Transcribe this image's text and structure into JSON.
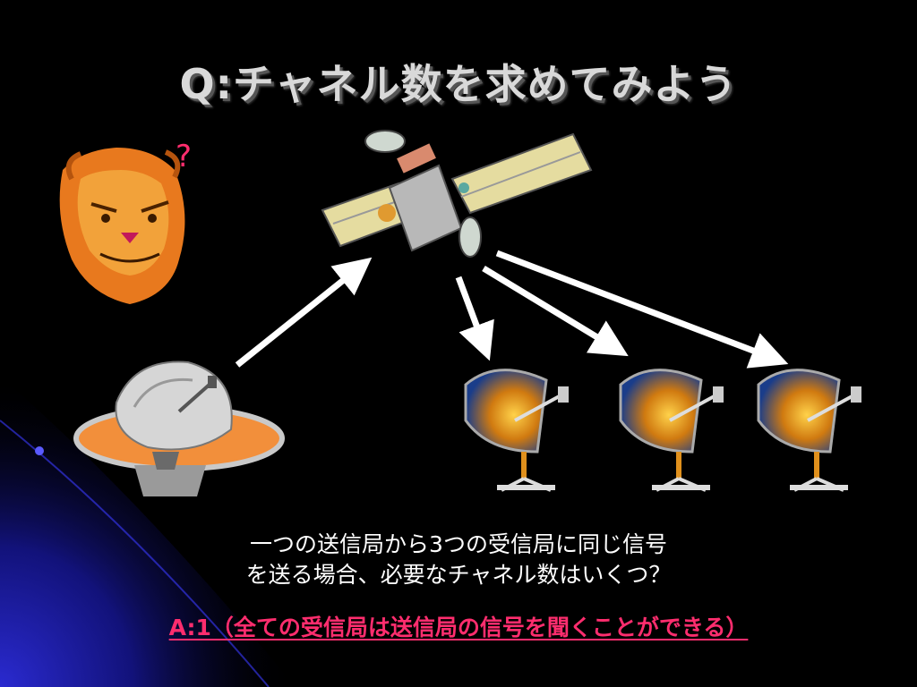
{
  "slide": {
    "title": "Q:チャネル数を求めてみよう",
    "question_mark": "?",
    "question_line1": "一つの送信局から3つの受信局に同じ信号",
    "question_line2": "を送る場合、必要なチャネル数はいくつ？",
    "answer": "A:1（全ての受信局は送信局の信号を聞くことができる）"
  },
  "colors": {
    "background": "#000000",
    "title": "#d9d9d9",
    "answer": "#ff2d6e",
    "arrow": "#ffffff",
    "corner_glow": "#1a1aa8"
  },
  "icons": [
    "lion-icon",
    "transmitter-dish-icon",
    "satellite-icon",
    "receiver-dish-icon"
  ]
}
